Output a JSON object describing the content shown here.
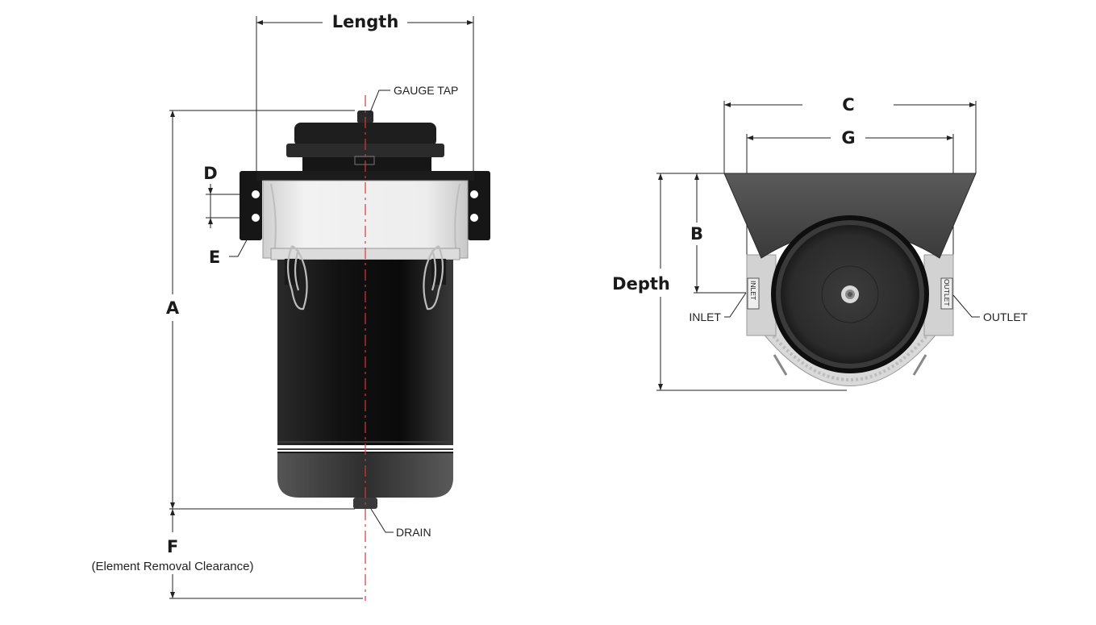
{
  "side_view": {
    "dim_length": "Length",
    "dim_a": "A",
    "dim_d": "D",
    "dim_e": "E",
    "dim_f": "F",
    "dim_f_note": "(Element Removal Clearance)",
    "callout_gauge_tap": "GAUGE TAP",
    "callout_drain": "DRAIN"
  },
  "top_view": {
    "dim_c": "C",
    "dim_g": "G",
    "dim_b": "B",
    "dim_depth": "Depth",
    "callout_inlet": "INLET",
    "callout_outlet": "OUTLET",
    "plate_inlet": "INLET",
    "plate_outlet": "OUTLET"
  },
  "colors": {
    "housing": "#1b1b1b",
    "housing_highlight": "#4a4a4a",
    "flange": "#e6e6e6",
    "centerline": "#d23a3a",
    "dimension_line": "#222222"
  }
}
